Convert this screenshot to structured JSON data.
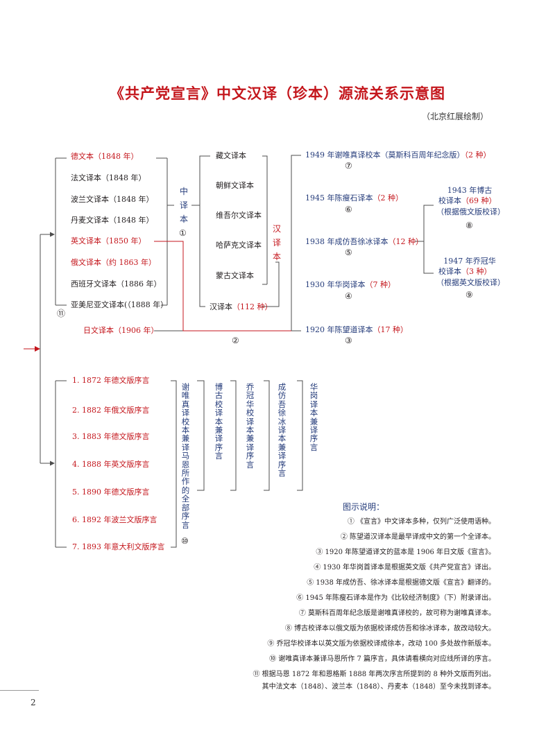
{
  "title": "《共产党宣言》中文汉译（珍本）源流关系示意图",
  "author": "（北京红展绘制）",
  "page_number": "2",
  "foreign_editions": [
    {
      "label": "德文本（1848 年）",
      "color": "#c4161c"
    },
    {
      "label": "法文译本（1848 年）",
      "color": "#231f20"
    },
    {
      "label": "波兰文译本（1848 年）",
      "color": "#231f20"
    },
    {
      "label": "丹麦文译本（1848 年）",
      "color": "#231f20"
    },
    {
      "label": "英文译本（1850 年）",
      "color": "#c4161c"
    },
    {
      "label": "俄文译本（约 1863 年）",
      "color": "#c4161c"
    },
    {
      "label": "西班牙文译本（1886 年）",
      "color": "#231f20"
    },
    {
      "label": "亚美尼亚文译本(（1888 年）",
      "color": "#231f20"
    }
  ],
  "marker_11": "⑪",
  "japanese_edition": "日文译本（1906 年）",
  "marker_2": "②",
  "zhong_yiben": "中译本",
  "marker_1": "①",
  "minority_editions": [
    "藏文译本",
    "朝鲜文译本",
    "维吾尔文译本",
    "哈萨克文译本",
    "蒙古文译本"
  ],
  "han_edition_prefix": "汉译本",
  "han_edition_count": "（112 种）",
  "han_yiben": "汉译本",
  "chinese_editions": [
    {
      "prefix": "1949 年谢唯真译校本（莫斯科百周年纪念版）",
      "count": "（2 种）",
      "marker": "⑦"
    },
    {
      "prefix": "1945 年陈瘦石译本",
      "count": "（2 种）",
      "marker": "⑥"
    },
    {
      "prefix": "1938 年成仿吾徐冰译本",
      "count": "（12 种）",
      "marker": "⑤"
    },
    {
      "prefix": "1930 年华岗译本",
      "count": "（7 种）",
      "marker": "④"
    },
    {
      "prefix": "1920 年陈望道译本",
      "count": "（17 种）",
      "marker": "③"
    }
  ],
  "bogu": {
    "line1": "1943 年博古",
    "line2_prefix": "校译本",
    "line2_count": "（69 种）",
    "line3": "（根据俄文版校译）",
    "marker": "⑧"
  },
  "qiaoguanhua": {
    "line1": "1947 年乔冠华",
    "line2_prefix": "校译本",
    "line2_count": "（3 种）",
    "line3": "（根据英文版校译）",
    "marker": "⑨"
  },
  "prefaces": [
    "1. 1872 年德文版序言",
    "2. 1882 年俄文版序言",
    "3. 1883 年德文版序言",
    "4. 1888 年英文版序言",
    "5. 1890 年德文版序言",
    "6. 1892 年波兰文版序言",
    "7. 1893 年意大利文版序言"
  ],
  "preface_groups": {
    "xieweizhen": "谢唯真译校本兼译马恩所作的全部序言",
    "marker_10": "⑩",
    "bogu": "博古校译本兼译序言",
    "qiaoguanhua": "乔冠华校译本兼译序言",
    "chengfangwu": "成仿吾徐冰译本兼译序言",
    "huagang": "华岗译本兼译序言"
  },
  "legend": {
    "title": "图示说明：",
    "items": [
      "① 《宣言》中文译本多种，仅列广泛使用语种。",
      "② 陈望道汉译本是最早译成中文的第一个全译本。",
      "③ 1920 年陈望道译文的蓝本是 1906 年日文版《宣言》。",
      "④ 1930 年华岗首译本是根据英文版《共产党宣言》译出。",
      "⑤ 1938 年成仿吾、徐冰译本是根据德文版《宣言》翻译的。",
      "⑥ 1945 年陈瘦石译本是作为《比较经济制度》（下）附录译出。",
      "⑦ 莫斯科百周年纪念版是谢唯真译校的，故可称为谢唯真译本。",
      "⑧ 博古校译本以俄文版为依据校译成仿吾和徐冰译本，故改动较大。",
      "⑨ 乔冠华校译本以英文版为依据校译成徐本，改动 100 多处故作新版本。",
      "⑩ 谢唯真译本兼译马恩所作 7 篇序言，具体请看横向对应线所译的序言。",
      "⑪ 根据马恩 1872 年和恩格斯 1888 年两次序言所提到的 8 种外文版而列出。",
      "其中法文本（1848）、波兰本（1848）、丹麦本（1848）至今未找到译本。"
    ]
  },
  "colors": {
    "red": "#c4161c",
    "blue": "#243b7a",
    "black": "#231f20",
    "line": "#4d4d4d"
  }
}
